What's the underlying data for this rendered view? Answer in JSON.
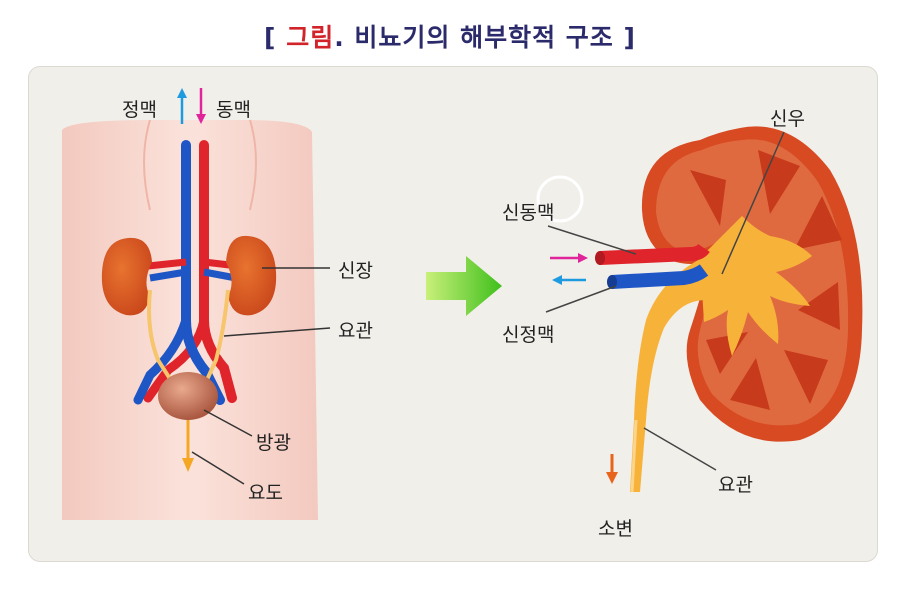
{
  "title": {
    "accent": "그림",
    "text": ". 비뇨기의 해부학적 구조"
  },
  "labels": {
    "vein": "정맥",
    "artery": "동맥",
    "kidney": "신장",
    "ureter_left": "요관",
    "bladder": "방광",
    "urethra": "요도",
    "renal_pelvis": "신우",
    "renal_artery": "신동맥",
    "renal_vein": "신정맥",
    "ureter_right": "요관",
    "urine": "소변"
  },
  "colors": {
    "artery": "#e0242c",
    "vein": "#1f56c6",
    "kidney": "#d84a22",
    "ureter": "#f6b64a",
    "arrow_pink": "#e0249a",
    "arrow_blue": "#1e9be0",
    "arrow_green": "#5fd12a"
  }
}
